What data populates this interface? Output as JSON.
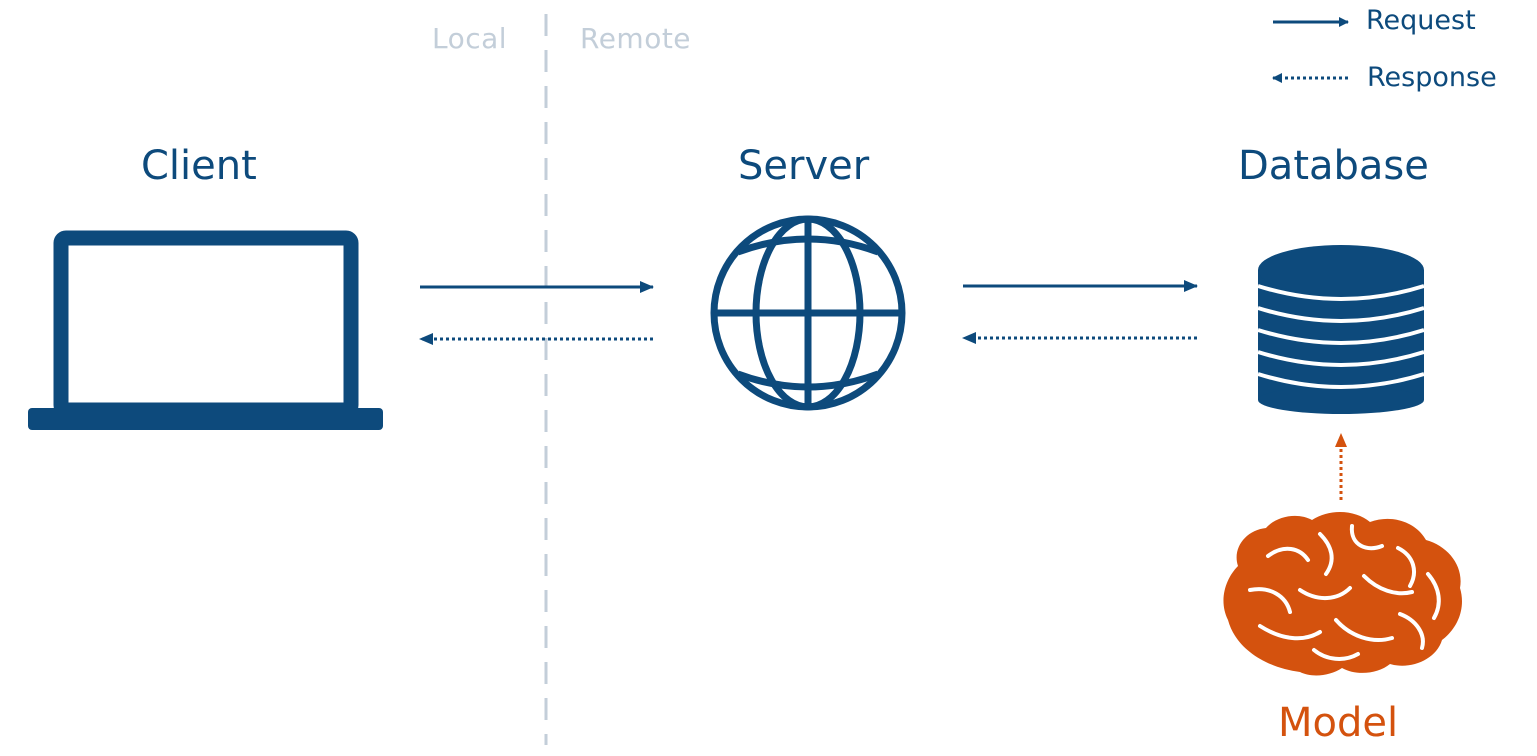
{
  "zones": {
    "local": "Local",
    "remote": "Remote"
  },
  "legend": {
    "request": "Request",
    "response": "Response"
  },
  "nodes": {
    "client": "Client",
    "server": "Server",
    "database": "Database",
    "model": "Model"
  },
  "icons": {
    "client": "laptop-icon",
    "server": "globe-icon",
    "database": "database-icon",
    "model": "brain-icon"
  },
  "colors": {
    "primary": "#0d4a7c",
    "accent": "#d4520e",
    "divider": "#c3ced9"
  }
}
